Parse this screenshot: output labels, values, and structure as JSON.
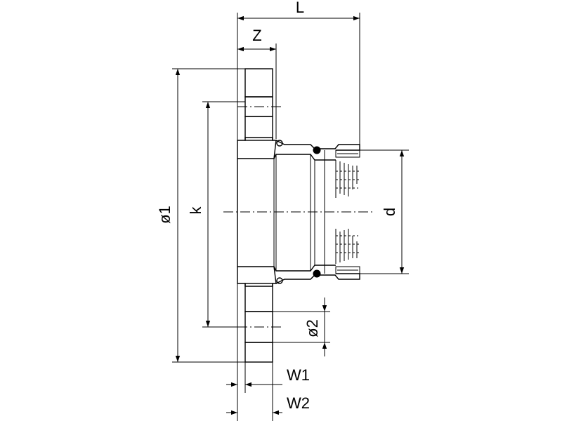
{
  "labels": {
    "L": "L",
    "Z": "Z",
    "d1": "ø1",
    "k": "k",
    "d": "d",
    "d2": "ø2",
    "W1": "W1",
    "W2": "W2"
  }
}
